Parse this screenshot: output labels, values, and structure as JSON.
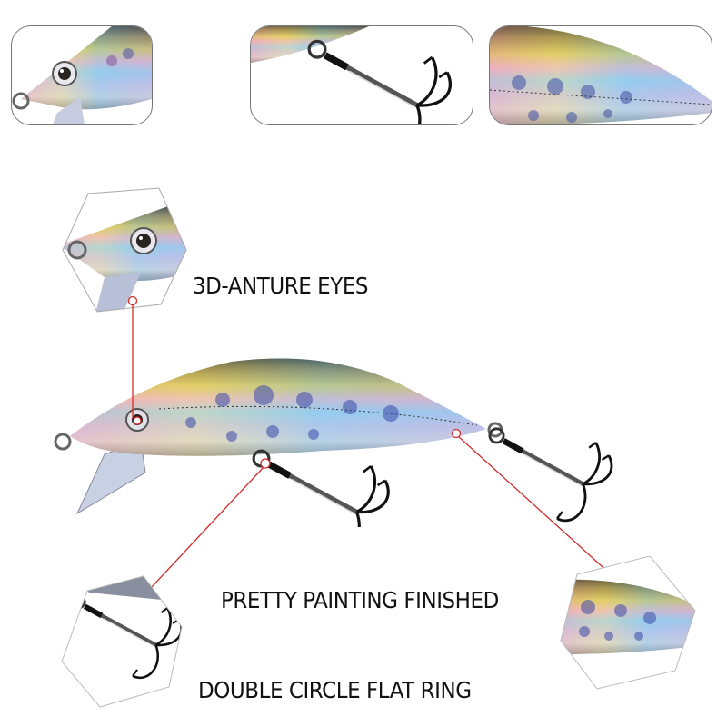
{
  "thumbnails": [
    {
      "name": "head-eye-closeup"
    },
    {
      "name": "treble-hook-closeup"
    },
    {
      "name": "body-paint-closeup"
    }
  ],
  "callouts": {
    "eyes": {
      "label": "3D-ANTURE EYES"
    },
    "painting": {
      "label": "PRETTY PAINTING FINISHED"
    },
    "ring": {
      "label": "DOUBLE CIRCLE FLAT RING"
    }
  },
  "colors": {
    "leader_line": "#d42b2b",
    "thumb_border": "#777777",
    "text": "#111111"
  }
}
